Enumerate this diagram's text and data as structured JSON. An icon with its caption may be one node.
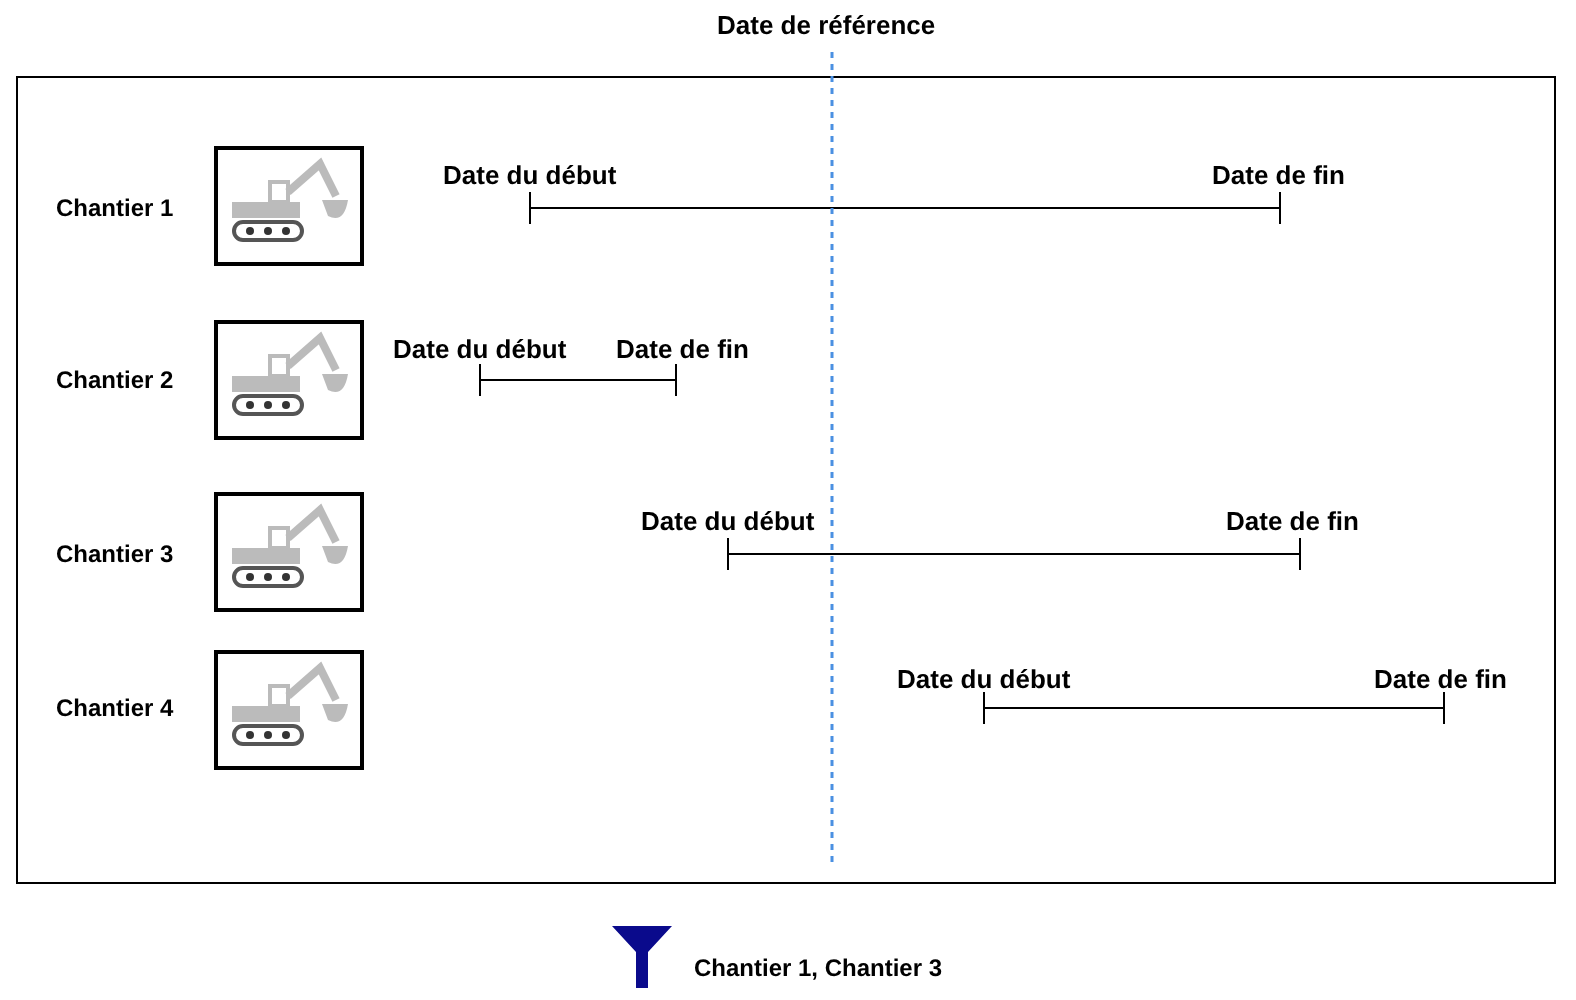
{
  "diagram": {
    "labels": [
      "Date de référence",
      "Chantier 1",
      "Date du début",
      "Date de fin",
      "Chantier 2",
      "Date du début",
      "Date de fin",
      "Chantier 3",
      "Date du début",
      "Date de fin",
      "Chantier 4",
      "Date du début",
      "Date de fin",
      "Chantier 1, Chantier 3"
    ]
  }
}
